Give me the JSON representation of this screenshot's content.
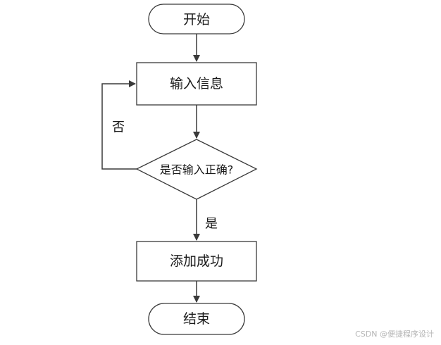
{
  "nodes": {
    "start": "开始",
    "input": "输入信息",
    "decision": "是否输入正确?",
    "success": "添加成功",
    "end": "结束"
  },
  "edges": {
    "no_label": "否",
    "yes_label": "是"
  },
  "watermark": "CSDN @便捷程序设计",
  "colors": {
    "stroke": "#3a3a3a",
    "fill": "#ffffff",
    "text": "#1a1a1a",
    "watermark": "#b5b5b5"
  }
}
